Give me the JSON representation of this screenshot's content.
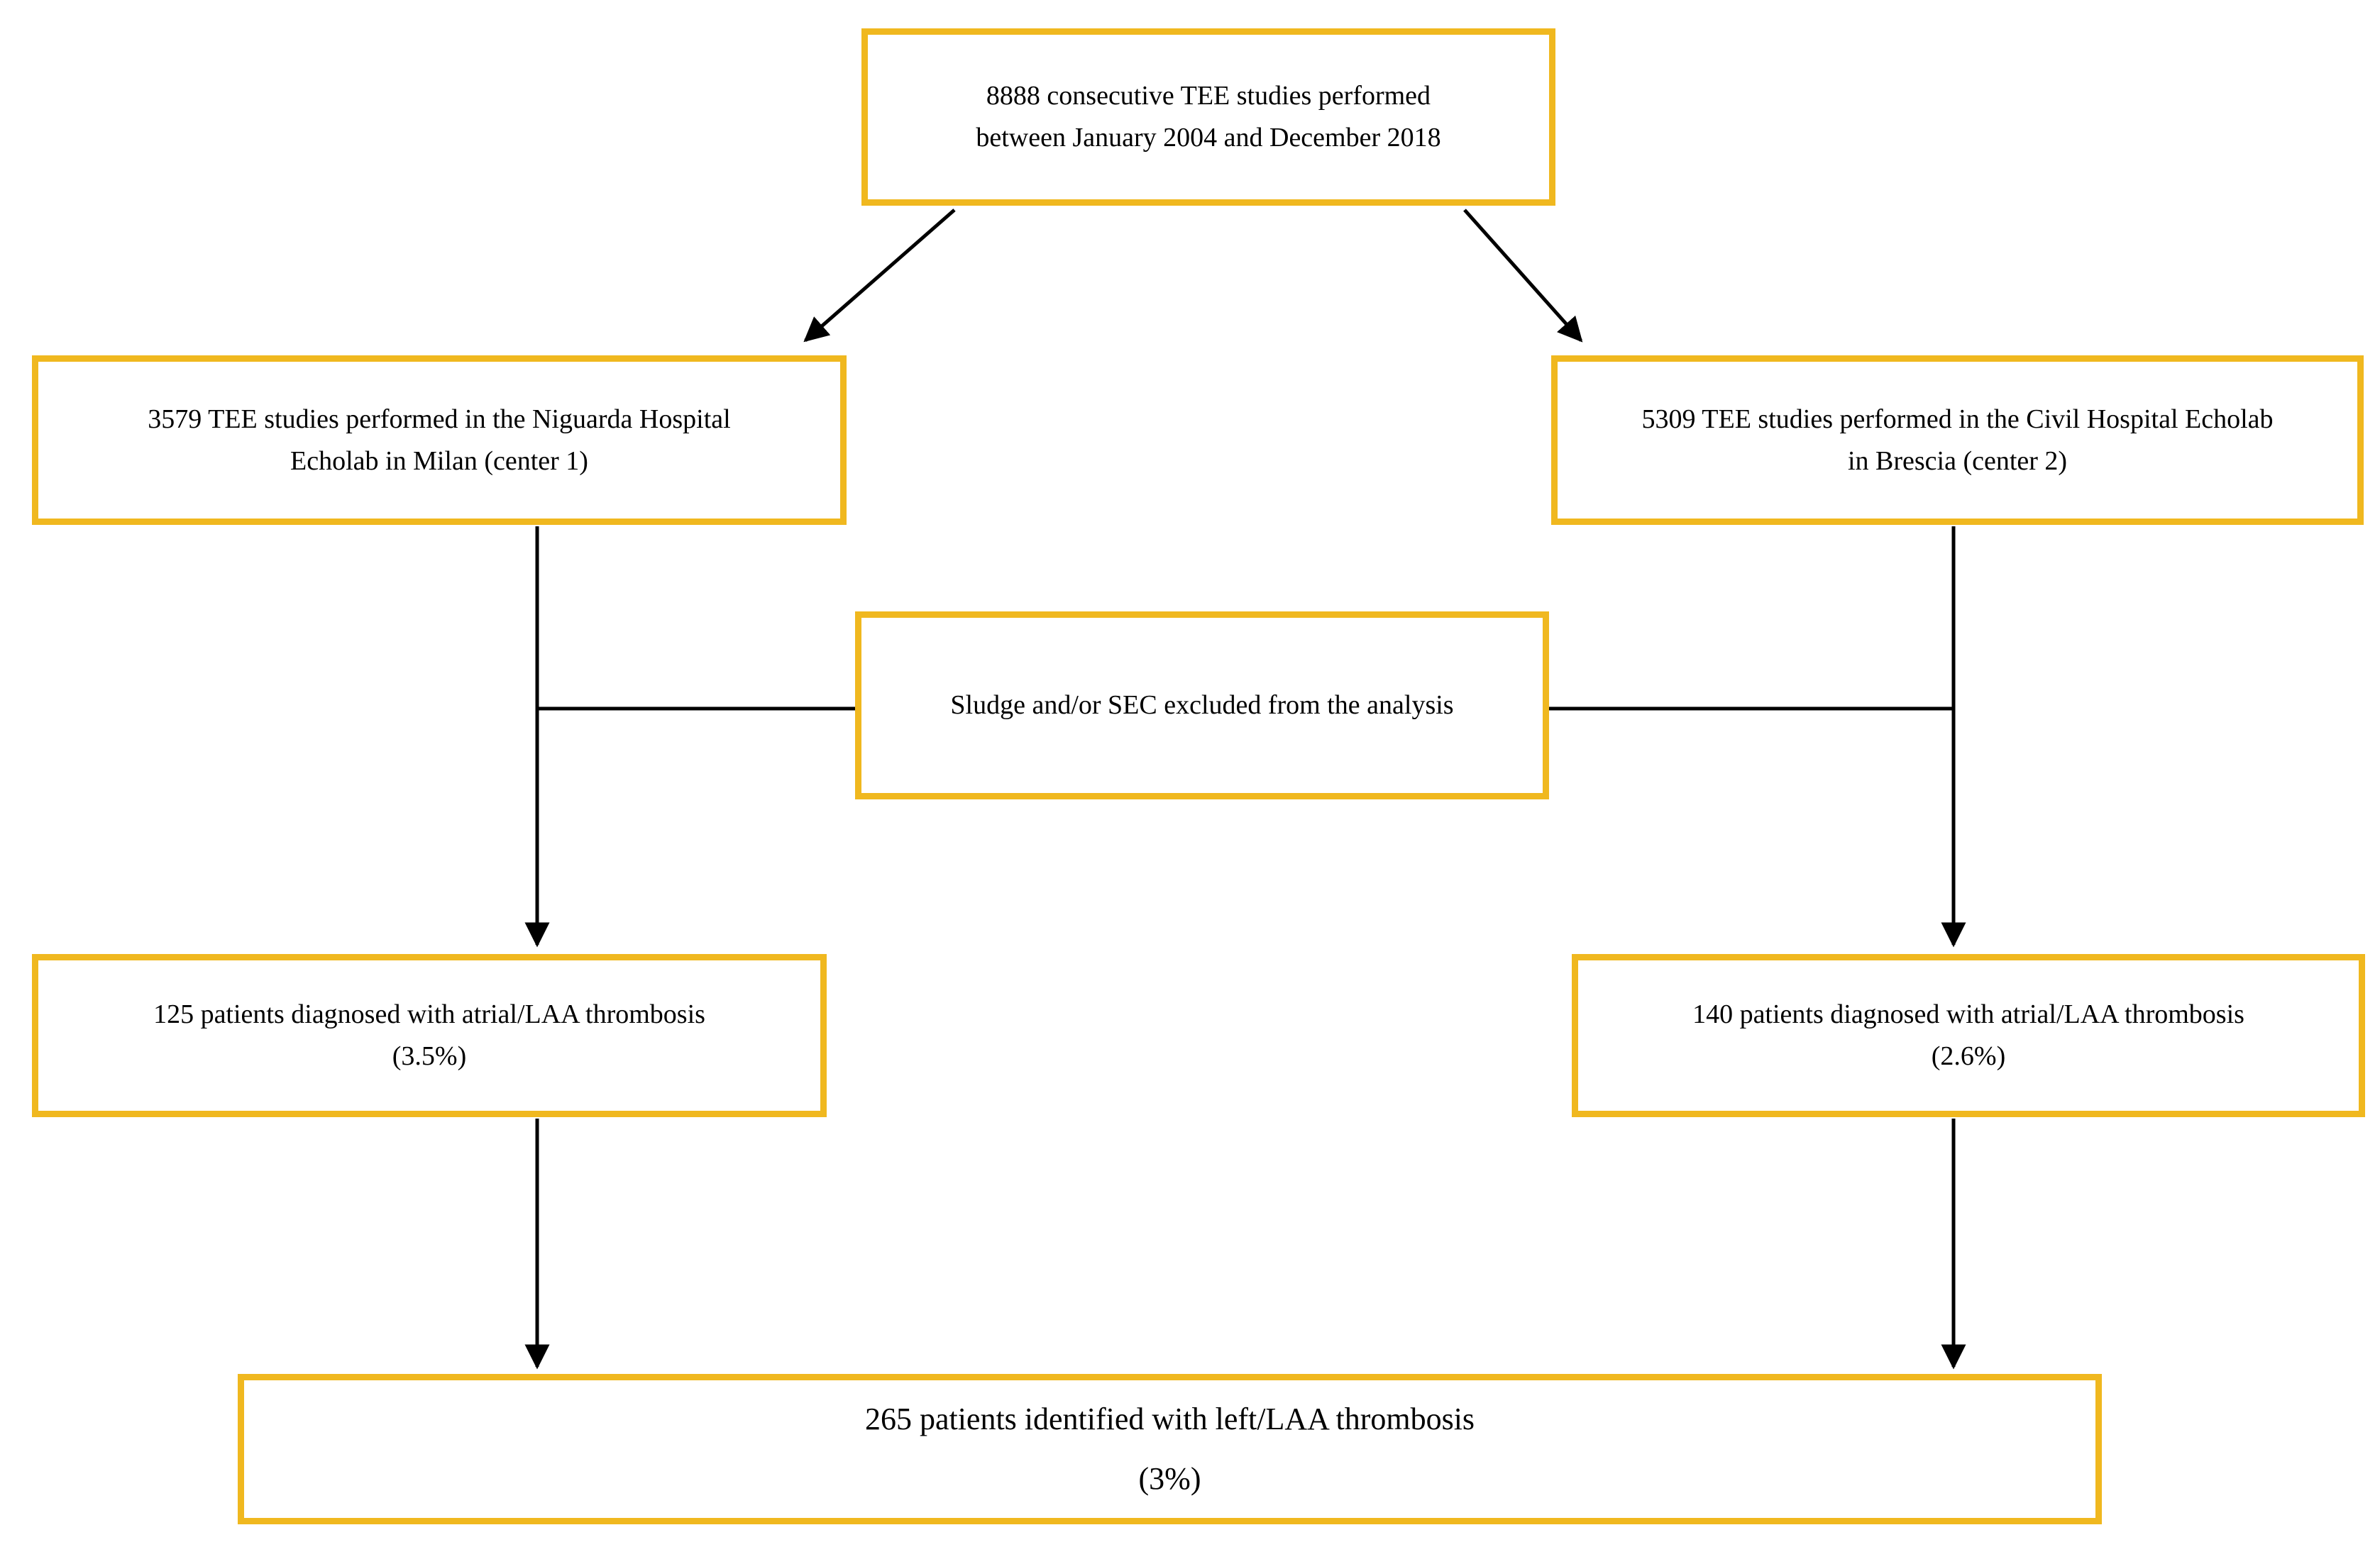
{
  "diagram": {
    "title": "TEE study patient selection flowchart",
    "accent_color": "#f0b81f",
    "line_color": "#000000",
    "background": "#ffffff",
    "nodes": {
      "source": {
        "line1": "8888 consecutive TEE  studies performed",
        "line2": "between January 2004 and December 2018"
      },
      "center1": {
        "line1": "3579 TEE  studies performed in the Niguarda Hospital",
        "line2": "Echolab in Milan (center 1)"
      },
      "center2": {
        "line1": "5309 TEE  studies performed in the Civil Hospital Echolab",
        "line2": "in Brescia (center 2)"
      },
      "excluded": {
        "line1": "Sludge and/or SEC excluded from the analysis",
        "line2": ""
      },
      "thrombosis1": {
        "line1": "125 patients diagnosed with atrial/LAA thrombosis",
        "line2": "(3.5%)"
      },
      "thrombosis2": {
        "line1": "140 patients diagnosed with atrial/LAA thrombosis",
        "line2": "(2.6%)"
      },
      "total": {
        "line1": "265 patients  identified  with  left/LAA thrombosis",
        "line2": "(3%)"
      }
    },
    "edges": [
      {
        "name": "source-to-center1",
        "from": "source",
        "to": "center1",
        "style": "diagonal-arrow"
      },
      {
        "name": "source-to-center2",
        "from": "source",
        "to": "center2",
        "style": "diagonal-arrow"
      },
      {
        "name": "center1-to-thrombosis1",
        "from": "center1",
        "to": "thrombosis1",
        "style": "vertical-arrow"
      },
      {
        "name": "center2-to-thrombosis2",
        "from": "center2",
        "to": "thrombosis2",
        "style": "vertical-arrow"
      },
      {
        "name": "center1-stem-to-excluded",
        "from": "center1",
        "to": "excluded",
        "style": "horizontal-line"
      },
      {
        "name": "center2-stem-to-excluded",
        "from": "center2",
        "to": "excluded",
        "style": "horizontal-line"
      },
      {
        "name": "thrombosis1-to-total",
        "from": "thrombosis1",
        "to": "total",
        "style": "vertical-arrow"
      },
      {
        "name": "thrombosis2-to-total",
        "from": "thrombosis2",
        "to": "total",
        "style": "vertical-arrow"
      }
    ]
  }
}
